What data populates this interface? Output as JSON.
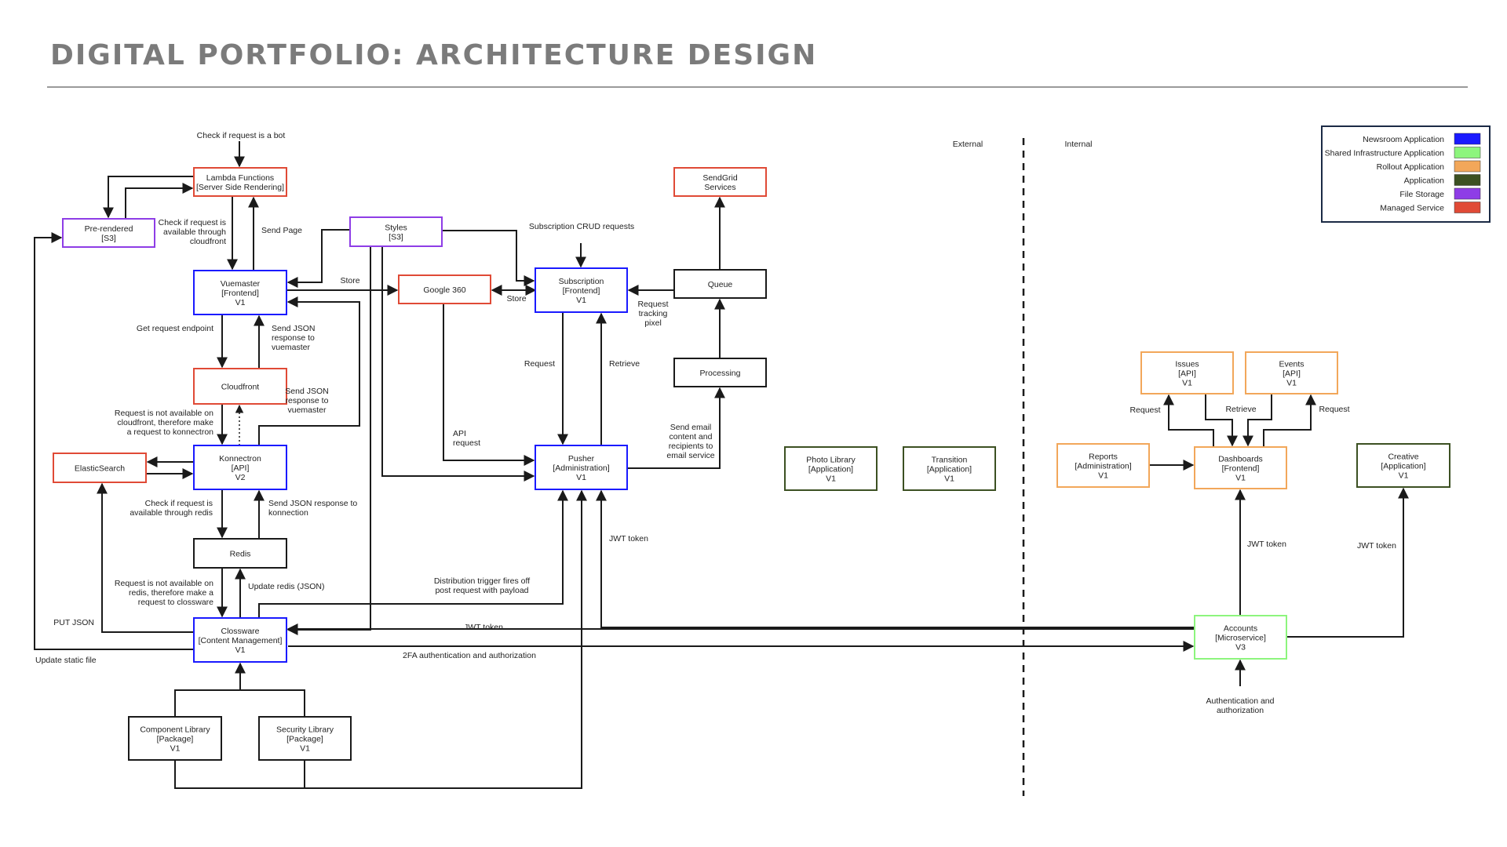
{
  "title": "DIGITAL PORTFOLIO: ARCHITECTURE DESIGN",
  "colors": {
    "newsroom": "#1a1aff",
    "shared": "#8df57d",
    "rollout": "#f2a75a",
    "application": "#3c5022",
    "storage": "#8e3de6",
    "managed": "#e04a36",
    "line": "#1a1a1a",
    "background": "#ffffff"
  },
  "zones": {
    "external": "External",
    "internal": "Internal"
  },
  "legend": [
    {
      "label": "Newsroom Application",
      "color": "#1a1aff"
    },
    {
      "label": "Shared Infrastructure Application",
      "color": "#8df57d"
    },
    {
      "label": "Rollout Application",
      "color": "#f2a75a"
    },
    {
      "label": "Application",
      "color": "#3c5022"
    },
    {
      "label": "File Storage",
      "color": "#8e3de6"
    },
    {
      "label": "Managed Service",
      "color": "#e04a36"
    }
  ],
  "nodes": {
    "lambda": {
      "lines": [
        "Lambda Functions",
        "[Server Side Rendering]"
      ],
      "kind": "managed"
    },
    "prerendered": {
      "lines": [
        "Pre-rendered",
        "[S3]"
      ],
      "kind": "storage"
    },
    "styles": {
      "lines": [
        "Styles",
        "[S3]"
      ],
      "kind": "storage"
    },
    "vuemaster": {
      "lines": [
        "Vuemaster",
        "[Frontend]",
        "V1"
      ],
      "kind": "newsroom"
    },
    "google360": {
      "lines": [
        "Google 360"
      ],
      "kind": "managed"
    },
    "subscription": {
      "lines": [
        "Subscription",
        "[Frontend]",
        "V1"
      ],
      "kind": "newsroom"
    },
    "sendgrid": {
      "lines": [
        "SendGrid",
        "Services"
      ],
      "kind": "managed"
    },
    "queue": {
      "lines": [
        "Queue"
      ],
      "kind": "plain"
    },
    "processing": {
      "lines": [
        "Processing"
      ],
      "kind": "plain"
    },
    "cloudfront": {
      "lines": [
        "Cloudfront"
      ],
      "kind": "managed"
    },
    "elasticsearch": {
      "lines": [
        "ElasticSearch"
      ],
      "kind": "managed"
    },
    "konnectron": {
      "lines": [
        "Konnectron",
        "[API]",
        "V2"
      ],
      "kind": "newsroom"
    },
    "pusher": {
      "lines": [
        "Pusher",
        "[Administration]",
        "V1"
      ],
      "kind": "newsroom"
    },
    "redis": {
      "lines": [
        "Redis"
      ],
      "kind": "plain"
    },
    "clossware": {
      "lines": [
        "Clossware",
        "[Content Management]",
        "V1"
      ],
      "kind": "newsroom"
    },
    "componentlib": {
      "lines": [
        "Component Library",
        "[Package]",
        "V1"
      ],
      "kind": "plain"
    },
    "securitylib": {
      "lines": [
        "Security Library",
        "[Package]",
        "V1"
      ],
      "kind": "plain"
    },
    "photolib": {
      "lines": [
        "Photo Library",
        "[Application]",
        "V1"
      ],
      "kind": "application"
    },
    "transition": {
      "lines": [
        "Transition",
        "[Application]",
        "V1"
      ],
      "kind": "application"
    },
    "issues": {
      "lines": [
        "Issues",
        "[API]",
        "V1"
      ],
      "kind": "rollout"
    },
    "events": {
      "lines": [
        "Events",
        "[API]",
        "V1"
      ],
      "kind": "rollout"
    },
    "reports": {
      "lines": [
        "Reports",
        "[Administration]",
        "V1"
      ],
      "kind": "rollout"
    },
    "dashboards": {
      "lines": [
        "Dashboards",
        "[Frontend]",
        "V1"
      ],
      "kind": "rollout"
    },
    "creative": {
      "lines": [
        "Creative",
        "[Application]",
        "V1"
      ],
      "kind": "application"
    },
    "accounts": {
      "lines": [
        "Accounts",
        "[Microservice]",
        "V3"
      ],
      "kind": "shared"
    }
  },
  "labels": {
    "check_bot": [
      "Check if request is a bot"
    ],
    "check_cloudfront": [
      "Check if request is",
      "available through",
      "cloudfront"
    ],
    "send_page": [
      "Send Page"
    ],
    "store_vm": [
      "Store"
    ],
    "store_sub": [
      "Store"
    ],
    "sub_crud": [
      "Subscription CRUD requests"
    ],
    "tracking": [
      "Request",
      "tracking",
      "pixel"
    ],
    "get_endpoint": [
      "Get request endpoint"
    ],
    "send_json_vm1": [
      "Send JSON",
      "response to",
      "vuemaster"
    ],
    "send_json_vm2": [
      "Send JSON",
      "response to",
      "vuemaster"
    ],
    "request_sub": [
      "Request"
    ],
    "retrieve_sub": [
      "Retrieve"
    ],
    "not_cloudfront": [
      "Request is not available on",
      "cloudfront, therefore make",
      "a request to konnectron"
    ],
    "api_request": [
      "API",
      "request"
    ],
    "send_email": [
      "Send email",
      "content and",
      "recipients to",
      "email service"
    ],
    "check_redis": [
      "Check if request is",
      "available through redis"
    ],
    "send_json_konn": [
      "Send JSON response to",
      "konnection"
    ],
    "jwt_pusher": [
      "JWT token"
    ],
    "not_redis": [
      "Request is not available on",
      "redis, therefore make a",
      "request to clossware"
    ],
    "update_redis": [
      "Update redis (JSON)"
    ],
    "distribution": [
      "Distribution trigger fires off",
      "post request with payload"
    ],
    "put_json": [
      "PUT JSON"
    ],
    "jwt_clossware": [
      "JWT token"
    ],
    "update_static": [
      "Update static file"
    ],
    "twofa": [
      "2FA authentication and authorization"
    ],
    "request_issues": [
      "Request"
    ],
    "retrieve_dash": [
      "Retrieve"
    ],
    "request_events": [
      "Request"
    ],
    "jwt_dash": [
      "JWT token"
    ],
    "jwt_creative": [
      "JWT token"
    ],
    "auth": [
      "Authentication and",
      "authorization"
    ]
  }
}
